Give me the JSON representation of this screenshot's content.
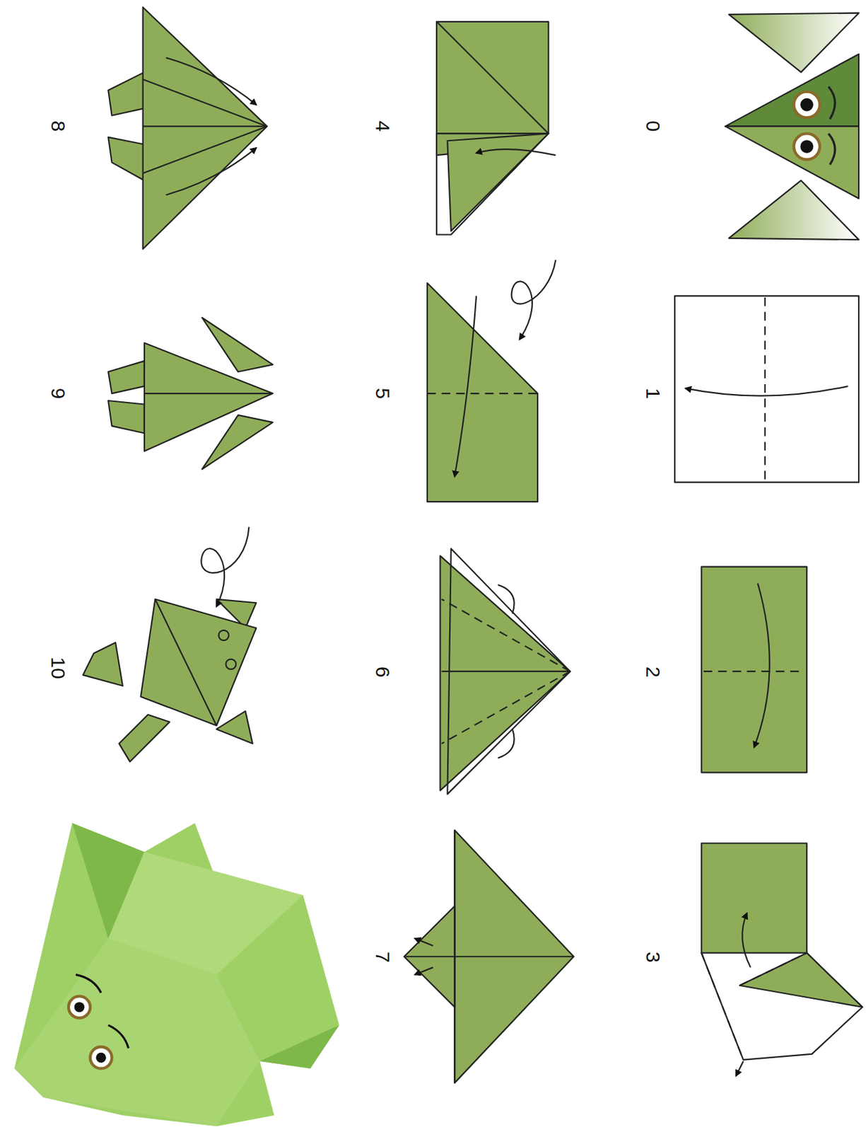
{
  "diagram": {
    "labels": [
      "0",
      "1",
      "2",
      "3",
      "4",
      "5",
      "6",
      "7",
      "8",
      "9",
      "10"
    ]
  }
}
